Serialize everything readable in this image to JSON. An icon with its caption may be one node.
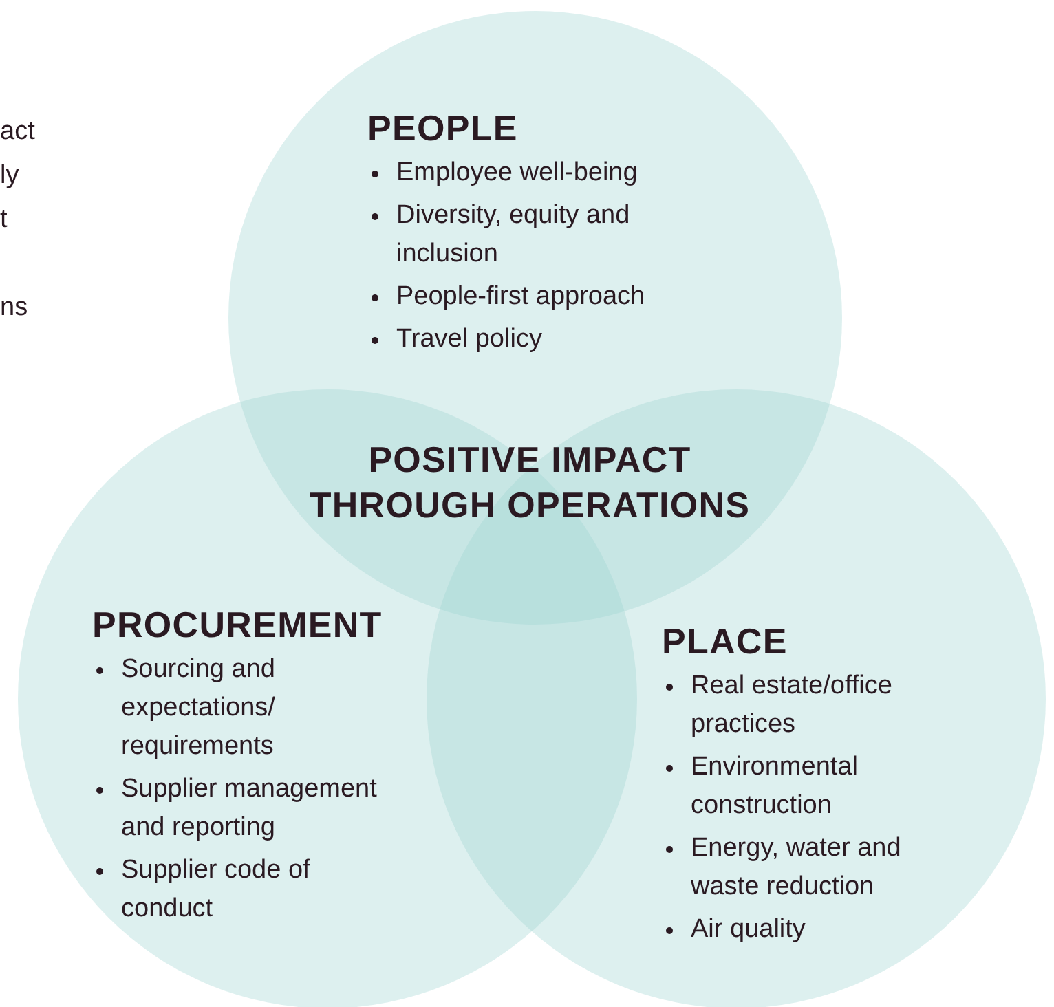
{
  "diagram": {
    "nodes": [
      {
        "text": [
          "PEOPLE",
          "Employee well-being",
          "Diversity, equity and inclusion",
          "People-first approach",
          "Travel policy"
        ]
      },
      {
        "text": [
          "PROCUREMENT",
          "Sourcing and expectations/ requirements",
          "Supplier management and reporting",
          "Supplier code of conduct"
        ]
      },
      {
        "text": [
          "PLACE",
          "Real estate/office practices",
          "Environmental construction",
          "Energy, water and waste reduction",
          "Air quality"
        ]
      }
    ],
    "labels": [
      "act",
      "ly",
      "t",
      "ns",
      "POSITIVE IMPACT THROUGH OPERATIONS"
    ]
  }
}
